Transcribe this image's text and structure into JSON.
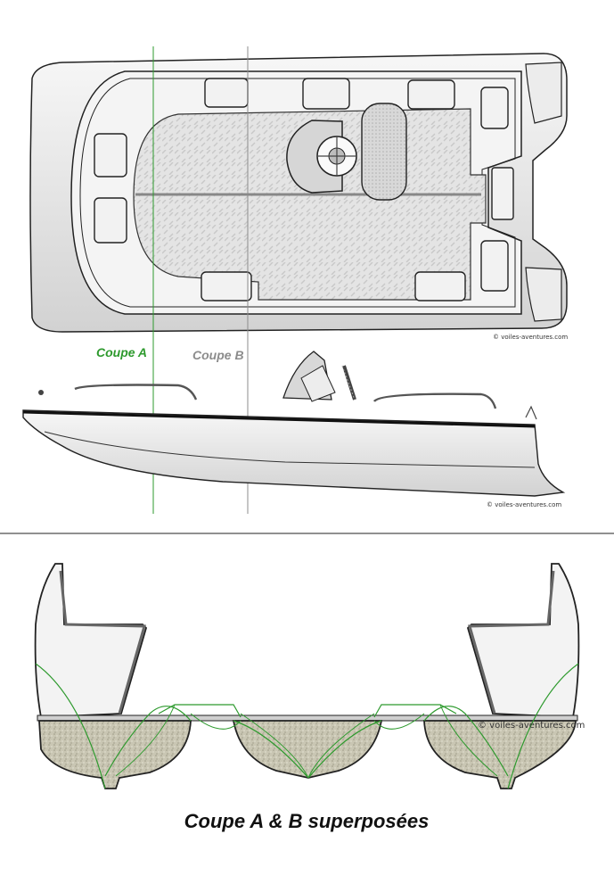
{
  "labels": {
    "section_a": "Coupe A",
    "section_b": "Coupe B",
    "caption": "Coupe A & B superposées"
  },
  "credits": {
    "top_view": "© voiles-aventures.com",
    "side_view": "© voiles-aventures.com",
    "section_view": "© voiles-aventures.com"
  },
  "colors": {
    "section_a_line": "#2e9a2e",
    "section_b_line": "#8c8c8c",
    "outline": "#111111",
    "hull_fill": "#eeeeee",
    "foam_fill": "#c9c6b3",
    "deck_fill": "#e3e3e3"
  }
}
